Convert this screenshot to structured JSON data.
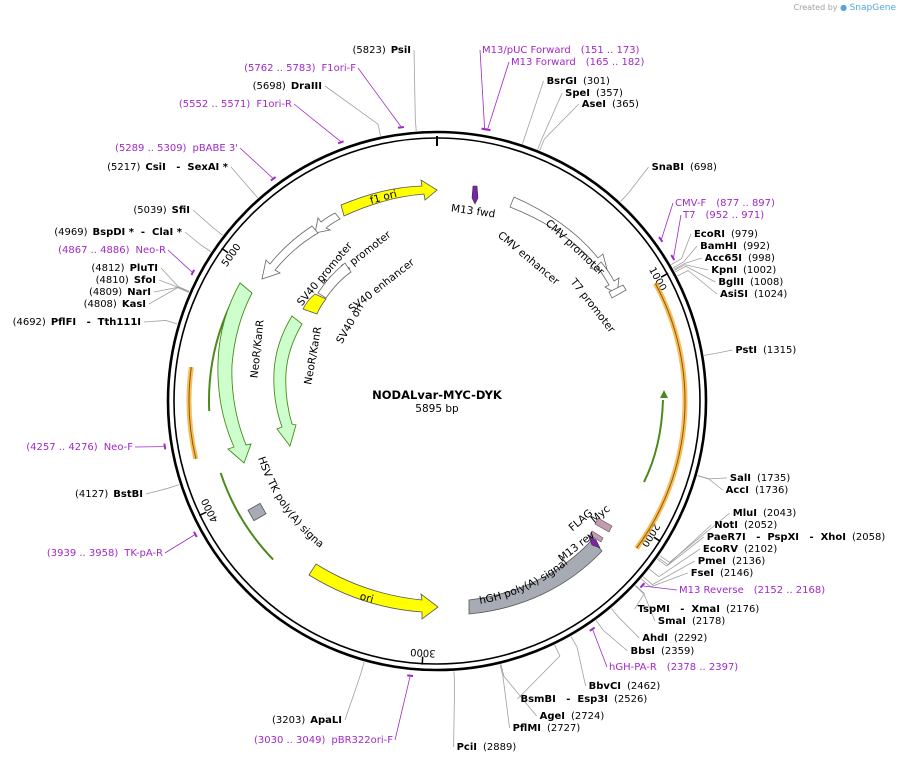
{
  "credit": {
    "prefix": "Created by",
    "brand": "SnapGene"
  },
  "plasmid": {
    "name": "NODALvar-MYC-DYK",
    "length_label": "5895 bp",
    "length": 5895
  },
  "ticks": [
    {
      "pos": 1000,
      "label": "1000"
    },
    {
      "pos": 2000,
      "label": "2000"
    },
    {
      "pos": 3000,
      "label": "3000"
    },
    {
      "pos": 4000,
      "label": "4000"
    },
    {
      "pos": 5000,
      "label": "5000"
    }
  ],
  "enzymes": [
    {
      "name": "PsiI",
      "num": "(5823)",
      "pos": 5823
    },
    {
      "name": "DraIII",
      "num": "(5698)",
      "pos": 5698
    },
    {
      "name": "CsiI   -  SexAI *",
      "num": "(5217)",
      "pos": 5217
    },
    {
      "name": "SfiI",
      "num": "(5039)",
      "pos": 5039
    },
    {
      "name": "BspDI *  -  ClaI *",
      "num": "(4969)",
      "pos": 4969
    },
    {
      "name": "PluTI",
      "num": "(4812)",
      "pos": 4812
    },
    {
      "name": "SfoI",
      "num": "(4810)",
      "pos": 4810
    },
    {
      "name": "NarI",
      "num": "(4809)",
      "pos": 4809
    },
    {
      "name": "KasI",
      "num": "(4808)",
      "pos": 4808
    },
    {
      "name": "PflFI   -  Tth111I",
      "num": "(4692)",
      "pos": 4692
    },
    {
      "name": "BstBI",
      "num": "(4127)",
      "pos": 4127
    },
    {
      "name": "ApaLI",
      "num": "(3203)",
      "pos": 3203
    },
    {
      "name": "PciI",
      "num": "(2889)",
      "pos": 2889
    },
    {
      "name": "PflMI",
      "num": "(2727)",
      "pos": 2727
    },
    {
      "name": "AgeI",
      "num": "(2724)",
      "pos": 2724
    },
    {
      "name": "BsmBI   -  Esp3I",
      "num": "(2526)",
      "pos": 2526
    },
    {
      "name": "BbvCI",
      "num": "(2462)",
      "pos": 2462
    },
    {
      "name": "BbsI",
      "num": "(2359)",
      "pos": 2359
    },
    {
      "name": "AhdI",
      "num": "(2292)",
      "pos": 2292
    },
    {
      "name": "SmaI",
      "num": "(2178)",
      "pos": 2178
    },
    {
      "name": "TspMI   -  XmaI",
      "num": "(2176)",
      "pos": 2176
    },
    {
      "name": "FseI",
      "num": "(2146)",
      "pos": 2146
    },
    {
      "name": "PmeI",
      "num": "(2136)",
      "pos": 2136
    },
    {
      "name": "EcoRV",
      "num": "(2102)",
      "pos": 2102
    },
    {
      "name": "PaeR7I   -  PspXI   -  XhoI",
      "num": "(2058)",
      "pos": 2058
    },
    {
      "name": "NotI",
      "num": "(2052)",
      "pos": 2052
    },
    {
      "name": "MluI",
      "num": "(2043)",
      "pos": 2043
    },
    {
      "name": "AccI",
      "num": "(1736)",
      "pos": 1736
    },
    {
      "name": "SalI",
      "num": "(1735)",
      "pos": 1735
    },
    {
      "name": "PstI",
      "num": "(1315)",
      "pos": 1315
    },
    {
      "name": "AsiSI",
      "num": "(1024)",
      "pos": 1024
    },
    {
      "name": "BglII",
      "num": "(1008)",
      "pos": 1008
    },
    {
      "name": "KpnI",
      "num": "(1002)",
      "pos": 1002
    },
    {
      "name": "Acc65I",
      "num": "(998)",
      "pos": 998
    },
    {
      "name": "BamHI",
      "num": "(992)",
      "pos": 992
    },
    {
      "name": "EcoRI",
      "num": "(979)",
      "pos": 979
    },
    {
      "name": "SnaBI",
      "num": "(698)",
      "pos": 698
    },
    {
      "name": "AseI",
      "num": "(365)",
      "pos": 365
    },
    {
      "name": "SpeI",
      "num": "(357)",
      "pos": 357
    },
    {
      "name": "BsrGI",
      "num": "(301)",
      "pos": 301
    }
  ],
  "primers": [
    {
      "name": "F1ori-F",
      "range": "(5762 .. 5783)",
      "pos": 5772
    },
    {
      "name": "F1ori-R",
      "range": "(5552 .. 5571)",
      "pos": 5561
    },
    {
      "name": "pBABE 3'",
      "range": "(5289 .. 5309)",
      "pos": 5299
    },
    {
      "name": "Neo-R",
      "range": "(4867 .. 4886)",
      "pos": 4876
    },
    {
      "name": "Neo-F",
      "range": "(4257 .. 4276)",
      "pos": 4266
    },
    {
      "name": "TK-pA-R",
      "range": "(3939 .. 3958)",
      "pos": 3948
    },
    {
      "name": "pBR322ori-F",
      "range": "(3030 .. 3049)",
      "pos": 3039
    },
    {
      "name": "hGH-PA-R",
      "range": "(2378 .. 2397)",
      "pos": 2387
    },
    {
      "name": "M13 Reverse",
      "range": "(2152 .. 2168)",
      "pos": 2160
    },
    {
      "name": "T7",
      "range": "(952 .. 971)",
      "pos": 961
    },
    {
      "name": "CMV-F",
      "range": "(877 .. 897)",
      "pos": 887
    },
    {
      "name": "M13 Forward",
      "range": "(165 .. 182)",
      "pos": 173
    },
    {
      "name": "M13/pUC Forward",
      "range": "(151 .. 173)",
      "pos": 162
    }
  ],
  "features": {
    "f1_ori": "f1 ori",
    "m13_fwd": "M13 fwd",
    "cmv_enhancer": "CMV enhancer",
    "cmv_promoter": "CMV promoter",
    "t7_promoter": "T7 promoter",
    "ampr_promoter": "AmpR promoter",
    "sv40_promoter": "SV40 promoter",
    "sv40_enhancer": "SV40 enhancer",
    "sv40_ori": "SV40 ori",
    "neor_outer": "NeoR/KanR",
    "neor_inner": "NeoR/KanR",
    "hsv_tk": "HSV TK poly(A) signal",
    "ori": "ori",
    "hgh": "hGH poly(A) signal",
    "m13_rev": "M13 rev",
    "flag": "FLAG",
    "myc": "Myc"
  },
  "colors": {
    "backbone": "#000000",
    "enzyme_line": "#a0a0a0",
    "primer": "#a128c8",
    "ori_fill": "#ffff00",
    "cds_fill": "#ccffcc",
    "cds_line": "#4a8a1c",
    "promoter_fill": "#ffffff",
    "polya_fill": "#a6abb4",
    "orf_arc": "#f5a623",
    "tag_fill": "#c49ab0",
    "primer_bind": "#7b22a8"
  }
}
